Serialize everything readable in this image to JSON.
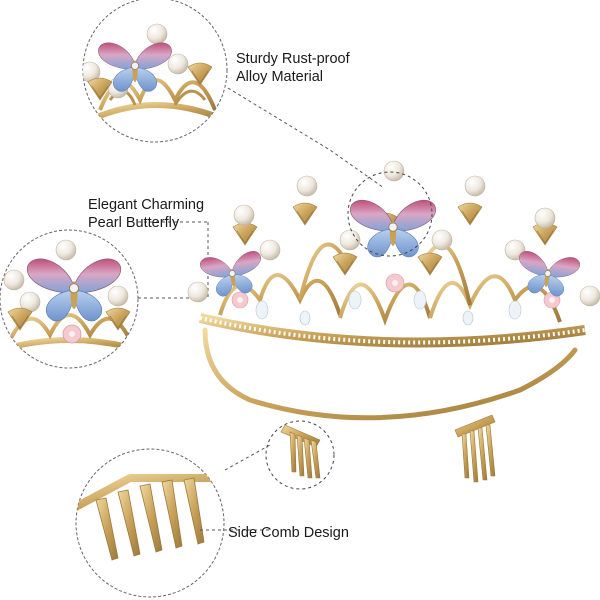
{
  "callouts": [
    {
      "line1": "Sturdy Rust-proof",
      "line2": "Alloy Material"
    },
    {
      "line1": "Elegant Charming",
      "line2": "Pearl Butterfly"
    },
    {
      "line1": "Side Comb Design"
    }
  ],
  "colors": {
    "gold": "#c9a25a",
    "gold_dark": "#9c7a3c",
    "pearl": "#f7f3ec",
    "butterfly_pink": "#c0507a",
    "butterfly_blue": "#7fa3d8",
    "flower_pink": "#f4c9cf",
    "dashed_line": "#555555"
  }
}
